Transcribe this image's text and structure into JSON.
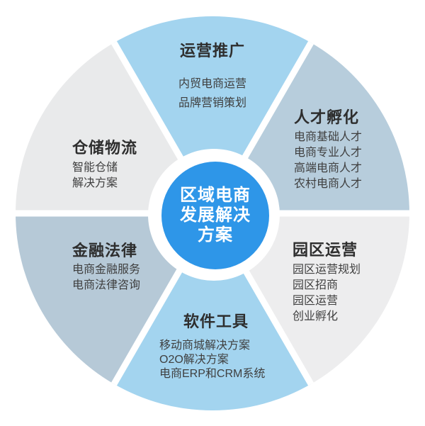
{
  "diagram_title": "区域电商发展解决方案",
  "center": {
    "lines": [
      "区域电商",
      "发展解决",
      "方案"
    ],
    "color": "#2e96e8",
    "text_color": "#ffffff"
  },
  "palette": {
    "light_blue": "#a3d4ef",
    "blue_gray": "#b7cddc",
    "light_gray": "#e9eaeb",
    "separator_white": "#ffffff",
    "title_text": "#2e2e2e",
    "item_text": "#3f3f3f"
  },
  "sectors": [
    {
      "position": "top",
      "title": "运营推广",
      "color": "#a3d4ef",
      "items": [
        "内贸电商运营",
        "品牌营销策划"
      ]
    },
    {
      "position": "top-right",
      "title": "人才孵化",
      "color": "#b7cddc",
      "items": [
        "电商基础人才",
        "电商专业人才",
        "高端电商人才",
        "农村电商人才"
      ]
    },
    {
      "position": "bottom-right",
      "title": "园区运营",
      "color": "#ededee",
      "items": [
        "园区运营规划",
        "园区招商",
        "园区运营",
        "创业孵化"
      ]
    },
    {
      "position": "bottom",
      "title": "软件工具",
      "color": "#a3d4ef",
      "items": [
        "移动商城解决方案",
        "O2O解决方案",
        "电商ERP和CRM系统"
      ]
    },
    {
      "position": "bottom-left",
      "title": "金融法律",
      "color": "#b6c9d7",
      "items": [
        "电商金融服务",
        "电商法律咨询"
      ]
    },
    {
      "position": "top-left",
      "title": "仓储物流",
      "color": "#e9eaeb",
      "items": [
        "智能仓储",
        "解决方案"
      ]
    }
  ]
}
